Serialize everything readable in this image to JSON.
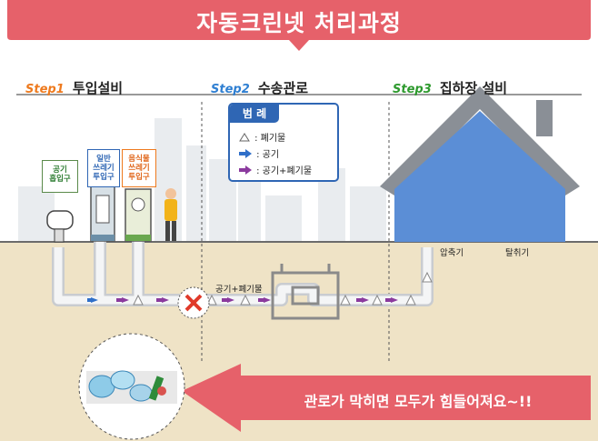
{
  "title": "자동크린넷 처리과정",
  "steps": [
    {
      "label": "Step1",
      "name": "투입설비",
      "color": "#ee7a1e"
    },
    {
      "label": "Step2",
      "name": "수송관로",
      "color": "#2f7fd2"
    },
    {
      "label": "Step3",
      "name": "집하장 설비",
      "color": "#2e9a2e"
    }
  ],
  "legend": {
    "title": "범 례",
    "items": [
      {
        "icon": "waste-drop-icon",
        "text": ": 폐기물"
      },
      {
        "icon": "blue-arrow-icon",
        "text": ": 공기"
      },
      {
        "icon": "purple-arrow-icon",
        "text": ": 공기+폐기물"
      }
    ]
  },
  "signs": {
    "air_intake": [
      "공기",
      "흡입구"
    ],
    "general_waste": [
      "일반",
      "쓰레기",
      "투입구"
    ],
    "food_waste": [
      "음식물",
      "쓰레기",
      "투입구"
    ]
  },
  "pipe_label": "공기+폐기물",
  "facility_labels": {
    "compressor": "압축기",
    "dehydrator": "탈취기"
  },
  "bottom_message": "관로가 막히면 모두가 힘들어져요~!!",
  "colors": {
    "banner": "#e6616a",
    "ground": "#efe3c6",
    "house": "#5b8ed6",
    "roof": "#8a8f96",
    "blue_arrow": "#2f6fc9",
    "purple_arrow": "#8b3a9e",
    "block_mark": "#e03a2a"
  }
}
